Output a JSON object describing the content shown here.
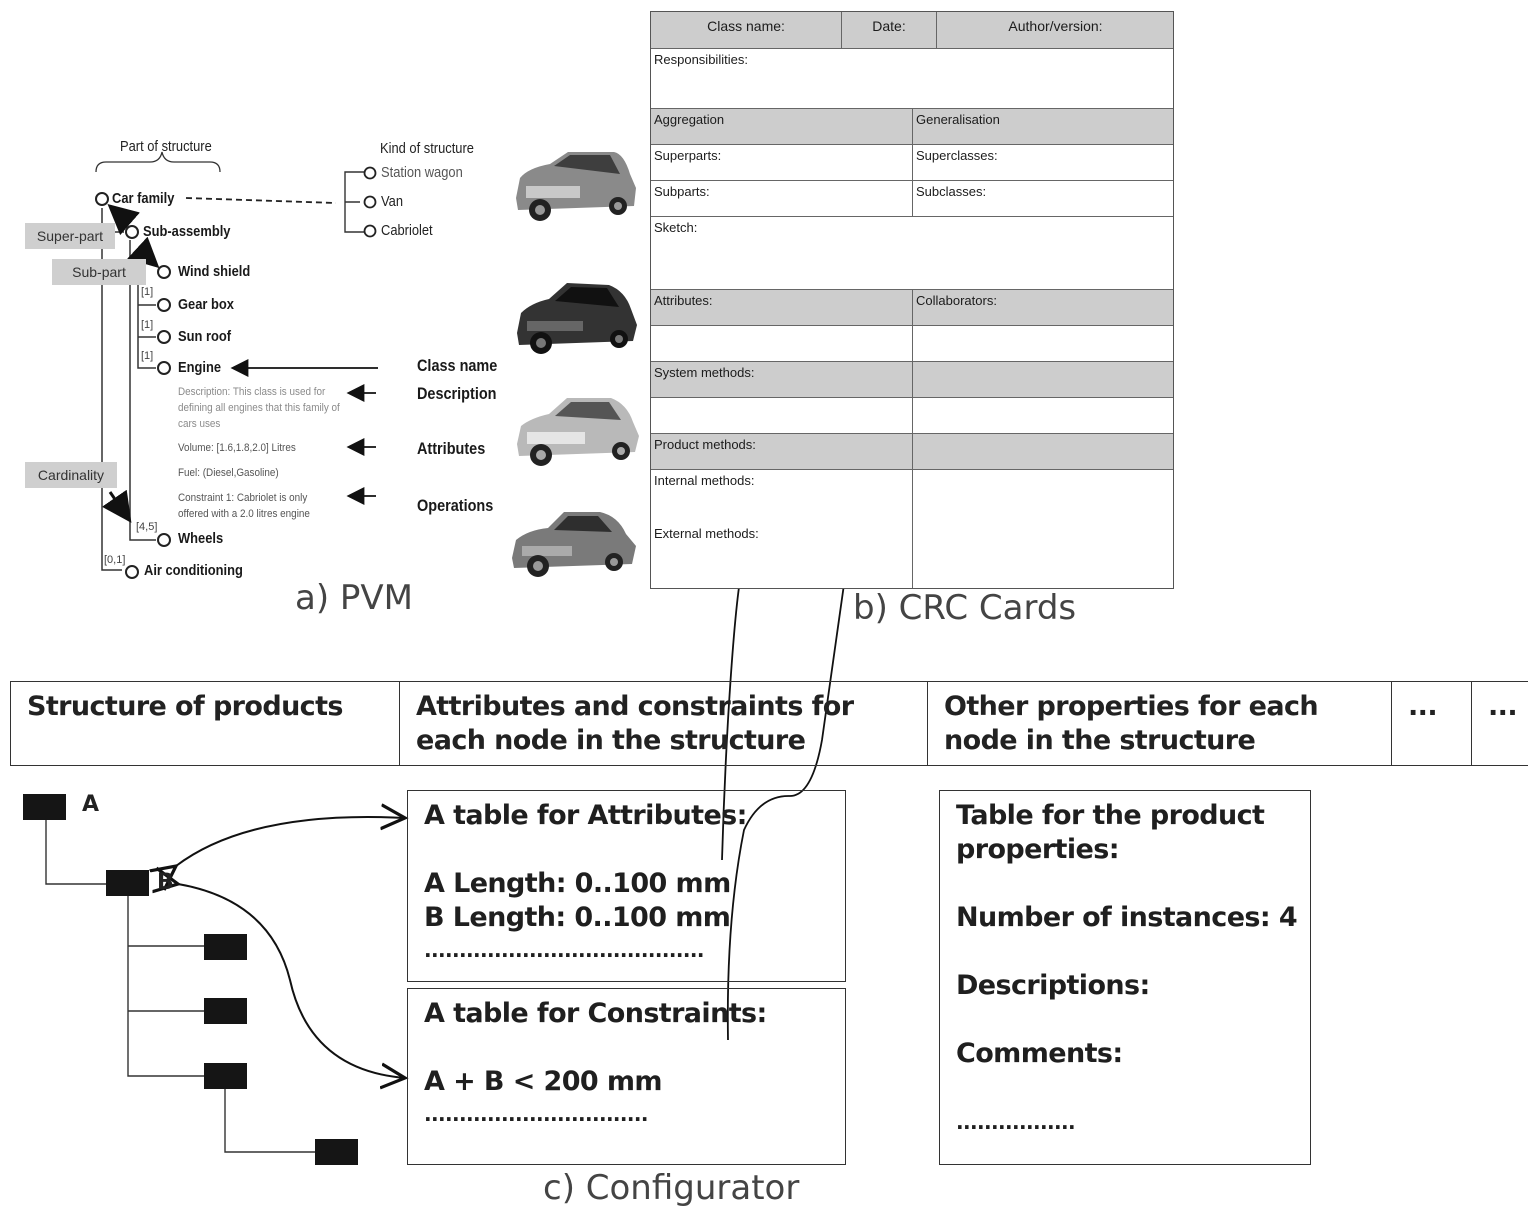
{
  "pvm": {
    "part_of_structure": "Part of structure",
    "kind_of_structure": "Kind of structure",
    "nodes": {
      "car_family": "Car family",
      "sub_assembly": "Sub-assembly",
      "wind_shield": "Wind shield",
      "gear_box": "Gear box",
      "sun_roof": "Sun roof",
      "engine": "Engine",
      "wheels": "Wheels",
      "air_conditioning": "Air conditioning"
    },
    "kinds": [
      "Station wagon",
      "Van",
      "Cabriolet"
    ],
    "cardinalities": {
      "gear_box": "[1]",
      "sun_roof": "[1]",
      "engine": "[1]",
      "wheels": "[4,5]",
      "air_conditioning": "[0,1]"
    },
    "engine_details": {
      "description": "Description: This class is used for defining all engines that this family of cars uses",
      "volume": "Volume: [1.6,1.8,2.0] Litres",
      "fuel": "Fuel: (Diesel,Gasoline)",
      "constraint": "Constraint 1: Cabriolet is only offered with a 2.0 litres engine"
    },
    "tags": {
      "super_part": "Super-part",
      "sub_part": "Sub-part",
      "cardinality": "Cardinality"
    },
    "legend": {
      "class_name": "Class name",
      "description": "Description",
      "attributes": "Attributes",
      "operations": "Operations"
    },
    "caption": "a) PVM"
  },
  "crc": {
    "header": [
      "Class name:",
      "Date:",
      "Author/version:"
    ],
    "responsibilities": "Responsibilities:",
    "aggregation": "Aggregation",
    "generalisation": "Generalisation",
    "superparts": "Superparts:",
    "superclasses": "Superclasses:",
    "subparts": "Subparts:",
    "subclasses": "Subclasses:",
    "sketch": "Sketch:",
    "attributes": "Attributes:",
    "collaborators": "Collaborators:",
    "system_methods": "System methods:",
    "product_methods": "Product methods:",
    "internal_methods": "Internal methods:",
    "external_methods": "External methods:",
    "caption": "b) CRC Cards"
  },
  "configurator": {
    "columns": [
      "Structure of products",
      "Attributes and constraints for each node in the structure",
      "Other properties for each node in the structure",
      "...",
      "..."
    ],
    "tree_labels": {
      "a": "A",
      "b": "B"
    },
    "attributes_box": {
      "title": "A table for Attributes:",
      "line1": "A Length: 0..100 mm",
      "line2": "B Length: 0..100 mm",
      "dots": "........................................"
    },
    "constraints_box": {
      "title": "A table for Constraints:",
      "line1": "A + B < 200 mm",
      "dots": "................................"
    },
    "properties_box": {
      "title": "Table for the product properties:",
      "instances": "Number of instances: 4",
      "descriptions": "Descriptions:",
      "comments": "Comments:",
      "dots": "................."
    },
    "caption": "c) Configurator"
  }
}
